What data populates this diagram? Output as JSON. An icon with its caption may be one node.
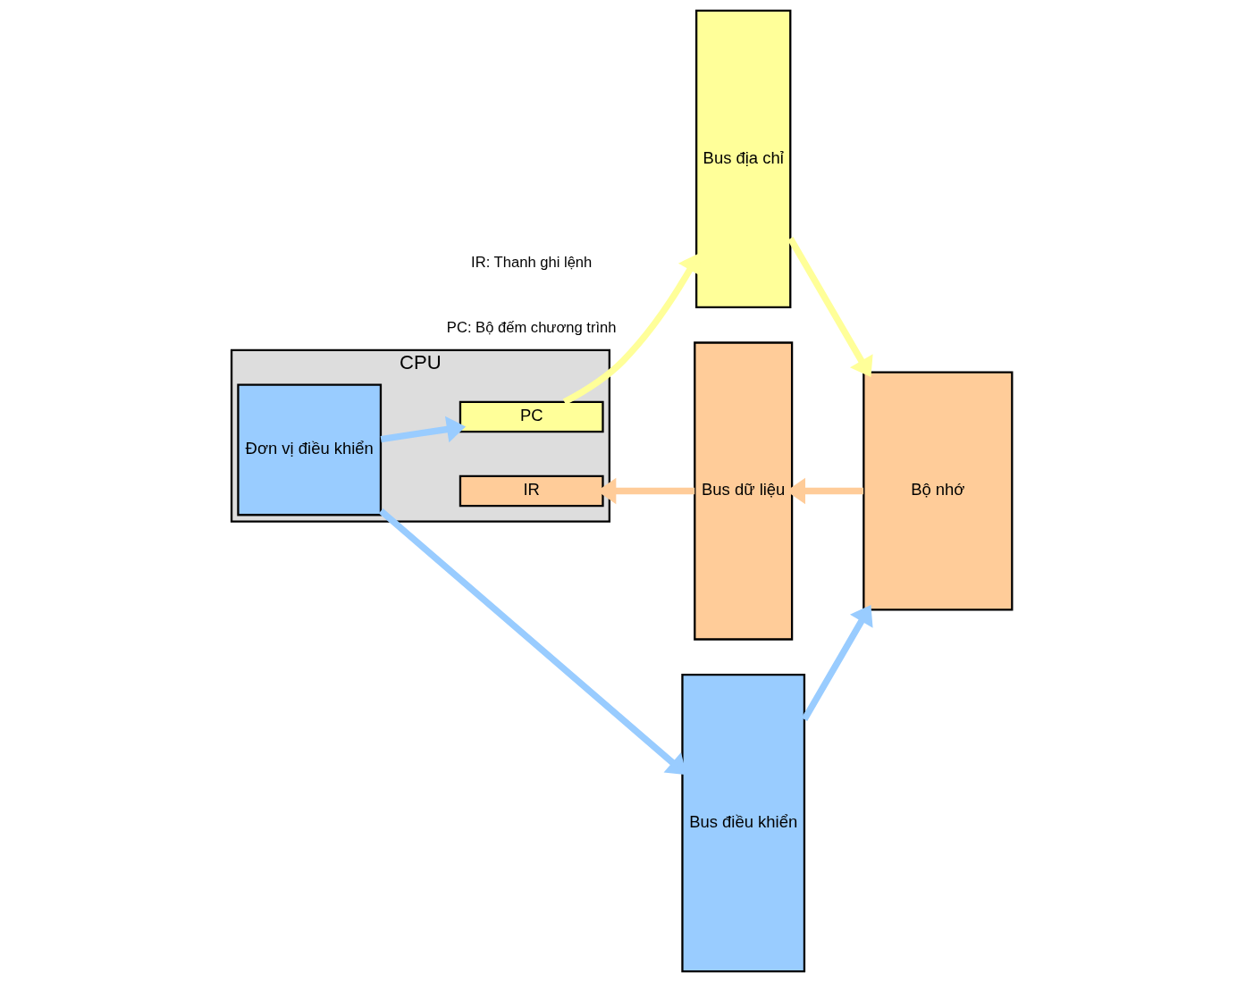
{
  "diagram": {
    "nodes": [
      {
        "text": [
          "CPU"
        ]
      },
      {
        "text": [
          "PC"
        ],
        "in": 0
      },
      {
        "text": [
          "Đơn vị điều khiển"
        ],
        "in": 0
      },
      {
        "text": [
          "IR"
        ],
        "in": 0
      },
      {
        "text": [
          "Bus địa chỉ"
        ]
      },
      {
        "text": [
          "Bus dữ liệu"
        ]
      },
      {
        "text": [
          "Bus điều khiển"
        ]
      },
      {
        "text": [
          "Bộ nhớ"
        ]
      }
    ],
    "edges": [
      {
        "from": 2,
        "to": 1,
        "arrow": "to",
        "color": "#99ccff"
      },
      {
        "from": 1,
        "to": 4,
        "arrow": "to",
        "color": "#ffff99"
      },
      {
        "from": 4,
        "to": 7,
        "arrow": "to",
        "color": "#ffff99"
      },
      {
        "from": 6,
        "to": 7,
        "arrow": "to",
        "color": "#99ccff"
      },
      {
        "from": 2,
        "to": 6,
        "arrow": "to",
        "color": "#99ccff"
      },
      {
        "from": 7,
        "to": 5,
        "arrow": "to",
        "color": "#ffcc99"
      },
      {
        "from": 5,
        "to": 3,
        "arrow": "to",
        "color": "#ffcc99"
      }
    ],
    "labels": [
      "PC: Bộ đếm chương trình",
      "IR: Thanh ghi lệnh"
    ]
  }
}
